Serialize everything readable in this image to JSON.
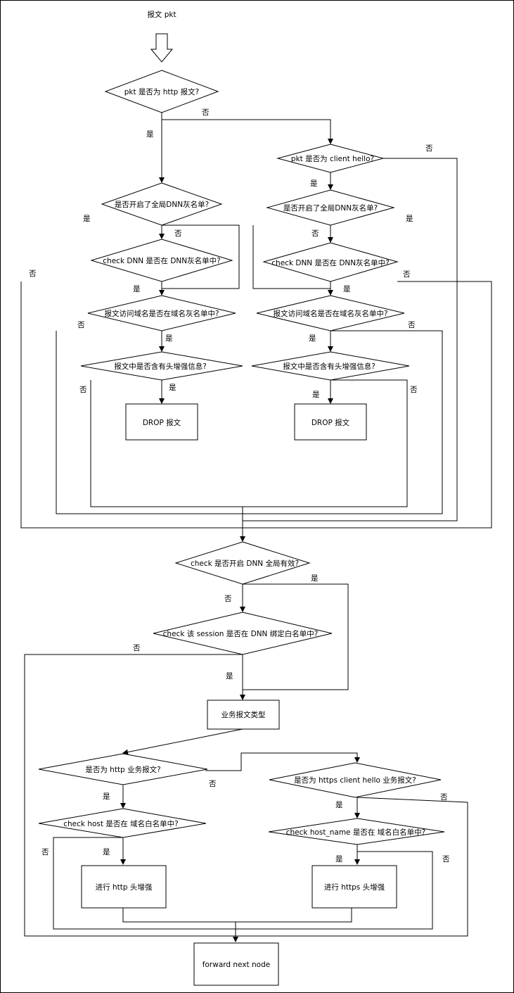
{
  "diagram": {
    "nodes": {
      "start": "报文 pkt",
      "q_http": "pkt 是否为 http 报文?",
      "q_client_hello": "pkt 是否为 client hello?",
      "l_q_global_gray": "是否开启了全局DNN灰名单?",
      "l_q_dnn_gray": "check DNN 是否在 DNN灰名单中?",
      "l_q_domain_gray": "报文访问域名是否在域名灰名单中?",
      "l_q_header": "报文中是否含有头增强信息?",
      "l_drop": "DROP 报文",
      "r_q_global_gray": "是否开启了全局DNN灰名单?",
      "r_q_dnn_gray": "check DNN 是否在 DNN灰名单中?",
      "r_q_domain_gray": "报文访问域名是否在域名灰名单中?",
      "r_q_header": "报文中是否含有头增强信息?",
      "r_drop": "DROP 报文",
      "q_dnn_global": "check 是否开启 DNN 全局有效?",
      "q_session_white": "check 该 session 是否在 DNN 绑定白名单中?",
      "biz_type": "业务报文类型",
      "q_http_biz": "是否为 http 业务报文?",
      "q_https_biz": "是否为 https client hello 业务报文?",
      "q_host_white": "check host 是否在 域名白名单中?",
      "q_hostname_white": "check host_name 是否在 域名白名单中?",
      "do_http": "进行 http 头增强",
      "do_https": "进行 https 头增强",
      "forward": "forward next node"
    },
    "labels": {
      "yes": "是",
      "no": "否"
    }
  }
}
